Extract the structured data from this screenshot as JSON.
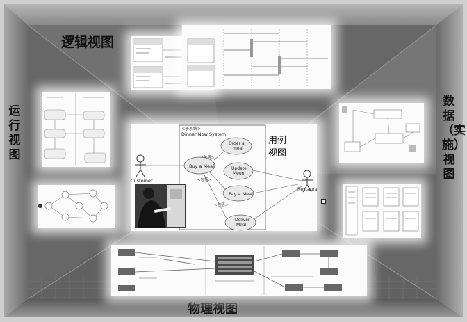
{
  "views": {
    "logical": "逻辑视图",
    "process": "运行视图",
    "data": "数据（实施）视图",
    "physical": "物理视图",
    "use_case": "用例视图"
  },
  "use_case_diagram": {
    "system_tag": "<子系统>",
    "system_name": "Dinner Now System",
    "actor_left": "Customer",
    "actor_right": "Restaurant",
    "use_cases": [
      "Order a meal",
      "Buy a Meal",
      "Update Meun",
      "Pay a Meal",
      "Deliver Meal"
    ],
    "include_labels": [
      "<包括>",
      "<包括>",
      "<包括>"
    ]
  },
  "colors": {
    "background": "#6f6f6f",
    "frame_light": "#d9d9d9",
    "panel": "#fbfbfb",
    "use_case_fill": "#e8e8e8",
    "physical_band": "#3a3a3a"
  }
}
